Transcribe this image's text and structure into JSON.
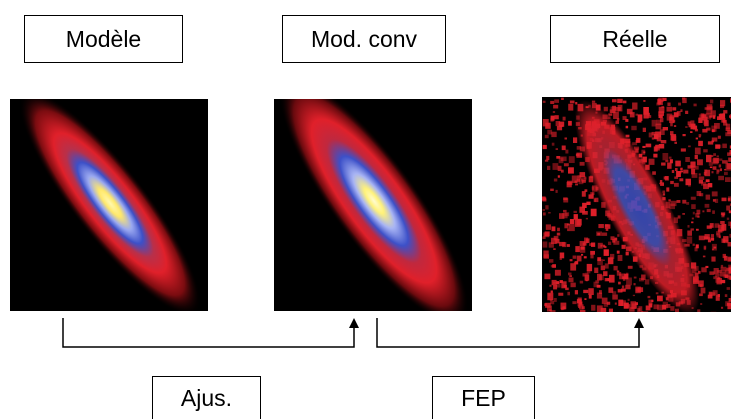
{
  "labels": {
    "model": "Modèle",
    "convolved_model": "Mod. conv",
    "real": "Réelle",
    "fit": "Ajus.",
    "psf": "FEP"
  },
  "colors": {
    "background": "#ffffff",
    "panel_background": "#000000",
    "halo_red": "#e0202a",
    "core_blue": "#3c50c8",
    "center_yellow": "#fff27a",
    "line": "#000000"
  },
  "icons": {
    "arrow_head": "arrow-up-icon"
  }
}
